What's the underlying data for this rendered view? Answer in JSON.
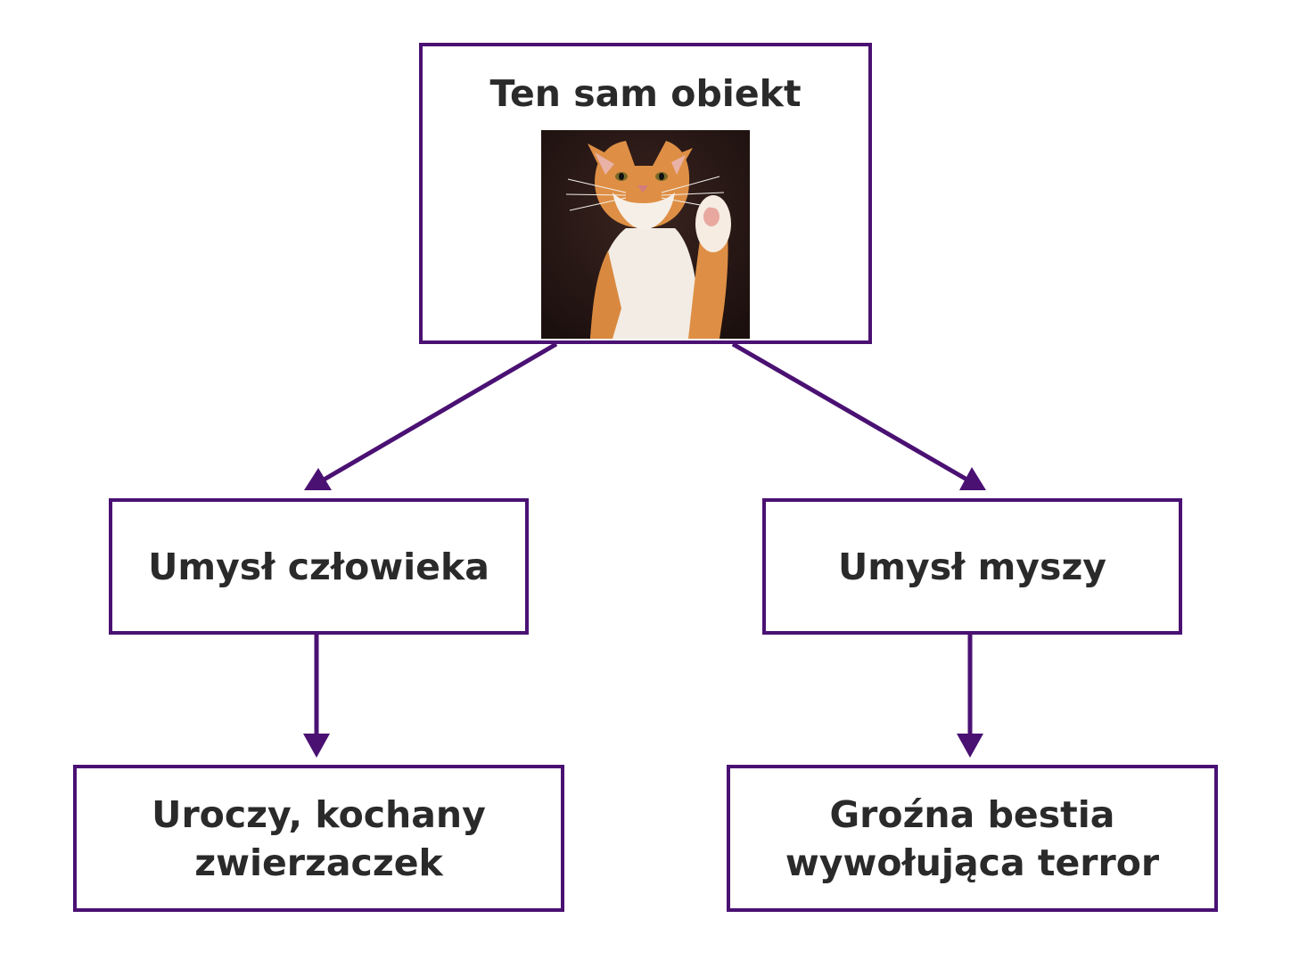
{
  "diagram": {
    "root": {
      "title": "Ten sam obiekt",
      "image_icon": "cat-photo"
    },
    "left_branch": {
      "label": "Umysł człowieka",
      "result_line1": "Uroczy, kochany",
      "result_line2": "zwierzaczek"
    },
    "right_branch": {
      "label": "Umysł myszy",
      "result_line1": "Groźna bestia",
      "result_line2": "wywołująca terror"
    },
    "colors": {
      "border": "#4a1173",
      "arrow": "#4a1173",
      "text": "#2a2a2a"
    }
  }
}
